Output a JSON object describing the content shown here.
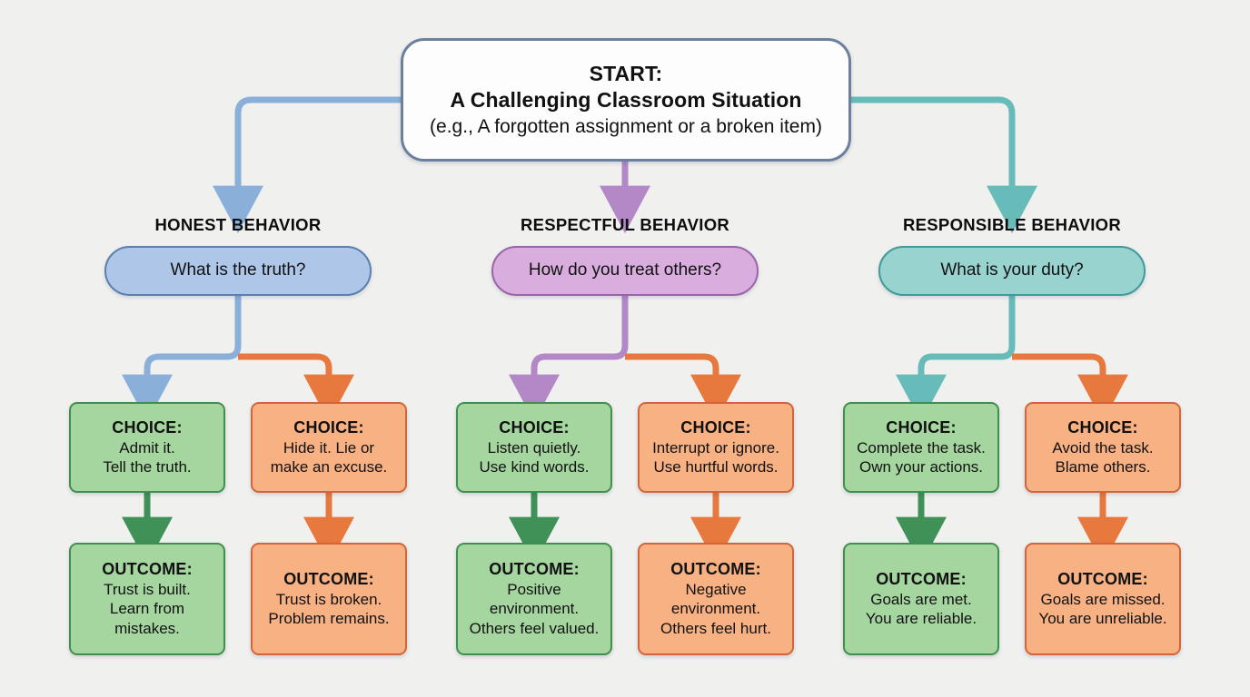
{
  "diagram": {
    "title_visible": false,
    "background_color": "#f0f0ef",
    "start": {
      "line1": "START:",
      "line2": "A Challenging Classroom Situation",
      "line3": "(e.g., A forgotten assignment or a broken item)"
    },
    "colors": {
      "honest": "#aec6e8",
      "honest_border": "#5b7fae",
      "respectful": "#d9aede",
      "respectful_border": "#9b63ab",
      "responsible": "#99d3cf",
      "responsible_border": "#3f9b99",
      "positive": "#a6d6a0",
      "positive_border": "#3f8f4f",
      "negative": "#f7b183",
      "negative_border": "#d2663a",
      "start_border": "#6b7f9e"
    },
    "columns": [
      {
        "key": "honest",
        "header": "HONEST BEHAVIOR",
        "question": "What is the truth?",
        "positive": {
          "choice_head": "CHOICE:",
          "choice_lines": [
            "Admit it.",
            "Tell the truth."
          ],
          "outcome_head": "OUTCOME:",
          "outcome_lines": [
            "Trust is built.",
            "Learn from",
            "mistakes."
          ]
        },
        "negative": {
          "choice_head": "CHOICE:",
          "choice_lines": [
            "Hide it. Lie or",
            "make an excuse."
          ],
          "outcome_head": "OUTCOME:",
          "outcome_lines": [
            "Trust is broken.",
            "Problem remains."
          ]
        }
      },
      {
        "key": "respectful",
        "header": "RESPECTFUL BEHAVIOR",
        "question": "How do you treat others?",
        "positive": {
          "choice_head": "CHOICE:",
          "choice_lines": [
            "Listen quietly.",
            "Use kind words."
          ],
          "outcome_head": "OUTCOME:",
          "outcome_lines": [
            "Positive",
            "environment.",
            "Others feel valued."
          ]
        },
        "negative": {
          "choice_head": "CHOICE:",
          "choice_lines": [
            "Interrupt or ignore.",
            "Use hurtful words."
          ],
          "outcome_head": "OUTCOME:",
          "outcome_lines": [
            "Negative",
            "environment.",
            "Others feel hurt."
          ]
        }
      },
      {
        "key": "responsible",
        "header": "RESPONSIBLE BEHAVIOR",
        "question": "What is your duty?",
        "positive": {
          "choice_head": "CHOICE:",
          "choice_lines": [
            "Complete the task.",
            "Own your actions."
          ],
          "outcome_head": "OUTCOME:",
          "outcome_lines": [
            "Goals are met.",
            "You are reliable."
          ]
        },
        "negative": {
          "choice_head": "CHOICE:",
          "choice_lines": [
            "Avoid the task.",
            "Blame others."
          ],
          "outcome_head": "OUTCOME:",
          "outcome_lines": [
            "Goals are missed.",
            "You are unreliable."
          ]
        }
      }
    ]
  }
}
